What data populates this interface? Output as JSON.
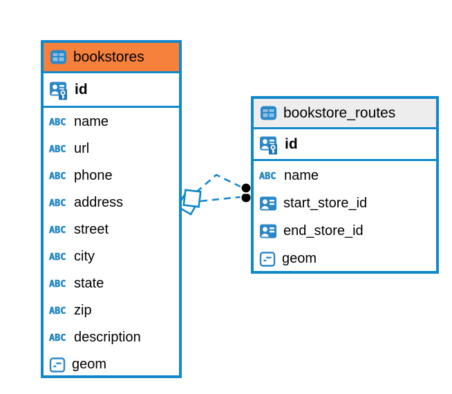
{
  "app": {
    "view": "entity-relationship-diagram"
  },
  "colors": {
    "accent_blue": "#1088C9",
    "icon_blue": "#2B87C8",
    "icon_cell_blue": "#8CC0E4",
    "key_overlay_blue": "#1E76B4",
    "bookstores_header": "#F6813D",
    "routes_header": "#EDEDED",
    "text": "#000000",
    "relationship_dot": "#000000"
  },
  "icons": {
    "text_type_glyph": "ABC"
  },
  "tables": [
    {
      "name": "bookstores",
      "header_style": "orange",
      "columns": [
        {
          "name": "id",
          "icon": "primary-key"
        },
        {
          "name": "name",
          "icon": "text"
        },
        {
          "name": "url",
          "icon": "text"
        },
        {
          "name": "phone",
          "icon": "text"
        },
        {
          "name": "address",
          "icon": "text"
        },
        {
          "name": "street",
          "icon": "text"
        },
        {
          "name": "city",
          "icon": "text"
        },
        {
          "name": "state",
          "icon": "text"
        },
        {
          "name": "zip",
          "icon": "text"
        },
        {
          "name": "description",
          "icon": "text"
        },
        {
          "name": "geom",
          "icon": "geometry"
        }
      ]
    },
    {
      "name": "bookstore_routes",
      "header_style": "gray",
      "columns": [
        {
          "name": "id",
          "icon": "primary-key"
        },
        {
          "name": "name",
          "icon": "text"
        },
        {
          "name": "start_store_id",
          "icon": "foreign-key"
        },
        {
          "name": "end_store_id",
          "icon": "foreign-key"
        },
        {
          "name": "geom",
          "icon": "geometry"
        }
      ]
    }
  ],
  "relationships": {
    "style": "dashed",
    "from_marker": "diamond",
    "to_marker": "filled-dot",
    "lines": [
      {
        "from_table": "bookstores",
        "to_table": "bookstore_routes"
      },
      {
        "from_table": "bookstores",
        "to_table": "bookstore_routes"
      }
    ]
  }
}
